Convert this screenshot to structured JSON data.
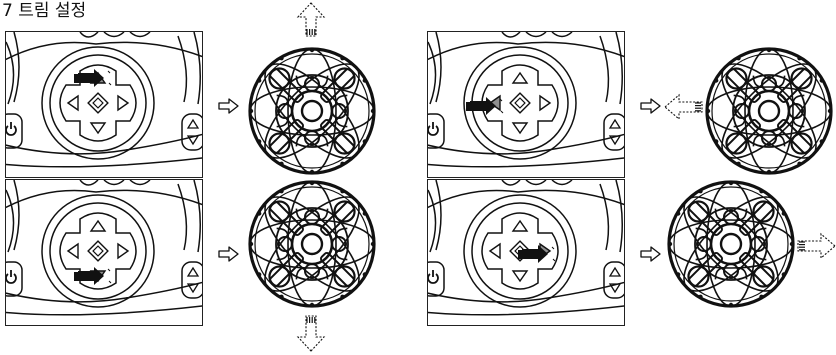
{
  "page": {
    "title": "7 트림 설정"
  },
  "colors": {
    "line": "#111111",
    "key_fill": "#8f8f8f",
    "finger": "#111111",
    "background": "#ffffff"
  },
  "steps": [
    {
      "id": "trim-forward",
      "pressed_key": "up",
      "drift_direction": "up"
    },
    {
      "id": "trim-left",
      "pressed_key": "left",
      "drift_direction": "left"
    },
    {
      "id": "trim-backward",
      "pressed_key": "down",
      "drift_direction": "down"
    },
    {
      "id": "trim-right",
      "pressed_key": "right",
      "drift_direction": "right"
    }
  ],
  "icons": {
    "flow": "hollow-right-arrow-icon",
    "drift": "dashed-arrow-icon",
    "finger": "finger-press-icon",
    "drone": "drone-top-view-icon"
  }
}
